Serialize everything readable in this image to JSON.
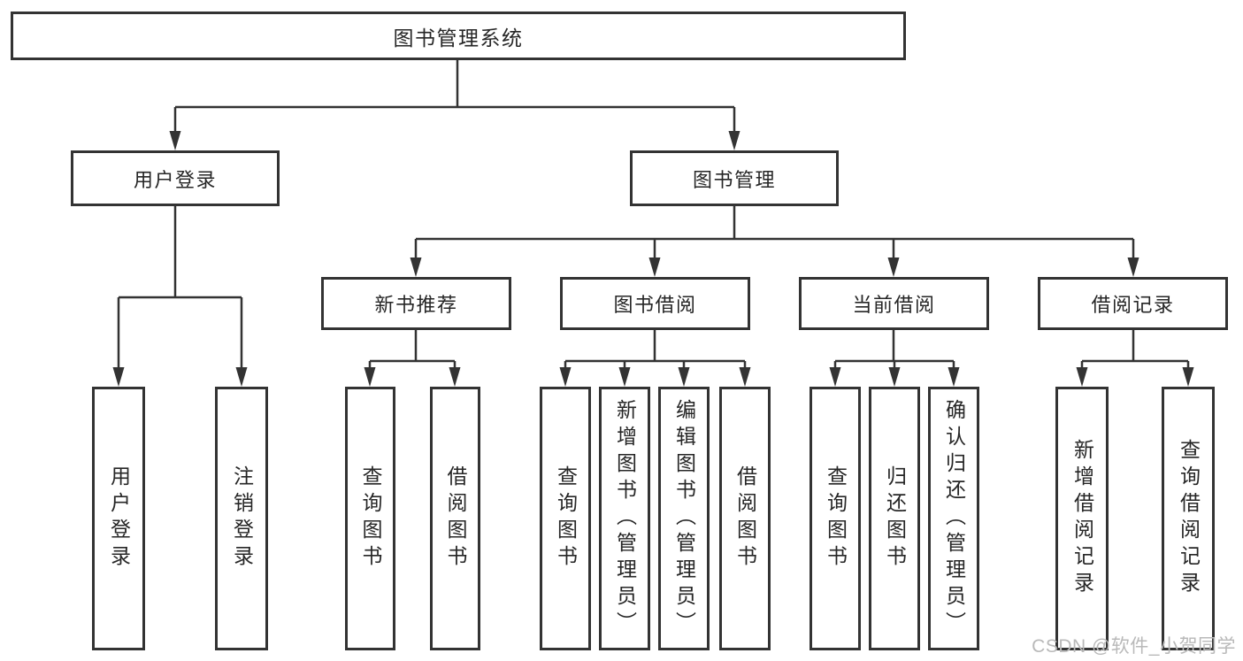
{
  "diagram": {
    "root": {
      "label": "图书管理系统"
    },
    "branches": [
      {
        "label": "用户登录",
        "leaves": [
          "用户登录",
          "注销登录"
        ]
      },
      {
        "label": "图书管理",
        "groups": [
          {
            "label": "新书推荐",
            "leaves": [
              "查询图书",
              "借阅图书"
            ]
          },
          {
            "label": "图书借阅",
            "leaves": [
              "查询图书",
              "新增图书（管理员）",
              "编辑图书（管理员）",
              "借阅图书"
            ]
          },
          {
            "label": "当前借阅",
            "leaves": [
              "查询图书",
              "归还图书",
              "确认归还（管理员）"
            ]
          },
          {
            "label": "借阅记录",
            "leaves": [
              "新增借阅记录",
              "查询借阅记录"
            ]
          }
        ]
      }
    ]
  },
  "watermark": {
    "text": "CSDN @软件_小贺同学"
  },
  "colors": {
    "line": "#333333",
    "box_border": "#333333",
    "text": "#262626",
    "watermark": "#b9b9b9",
    "background": "#ffffff"
  }
}
